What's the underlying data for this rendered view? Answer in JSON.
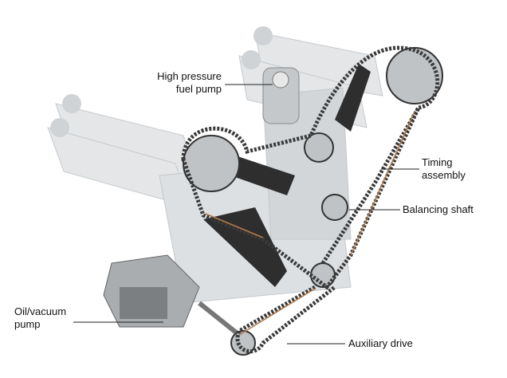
{
  "labels": {
    "fuel_pump": [
      "High pressure",
      "fuel pump"
    ],
    "timing": [
      "Timing",
      "assembly"
    ],
    "balancing": "Balancing shaft",
    "oil_pump": [
      "Oil/vacuum",
      "pump"
    ],
    "auxiliary": "Auxiliary drive"
  },
  "colors": {
    "chain": "#3a3a3a",
    "guide": "#2b2b2b",
    "engine": "#d9dcdf",
    "accent": "#b07a4a"
  }
}
